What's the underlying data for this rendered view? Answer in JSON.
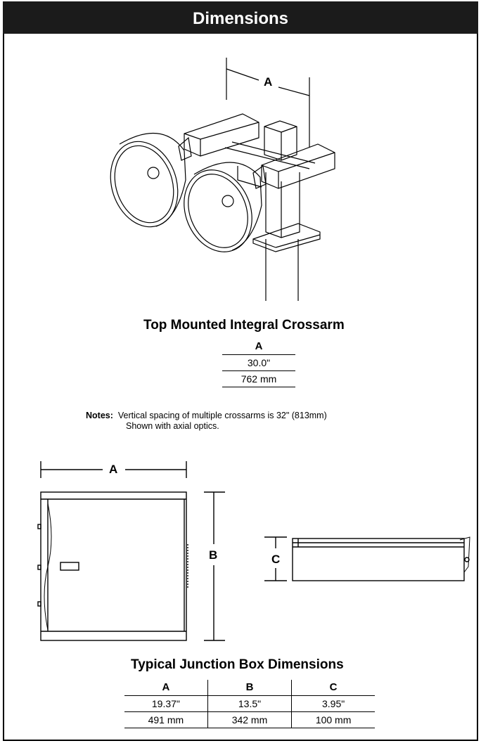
{
  "header": {
    "title": "Dimensions"
  },
  "crossarm": {
    "dimension_label": "A",
    "title": "Top Mounted Integral Crossarm",
    "table": {
      "header": "A",
      "rows": [
        "30.0\"",
        "762 mm"
      ]
    }
  },
  "notes": {
    "label": "Notes:",
    "lines": [
      "Vertical spacing of multiple crossarms is 32\" (813mm)",
      "Shown with axial optics."
    ]
  },
  "junction_box": {
    "labels": {
      "a": "A",
      "b": "B",
      "c": "C"
    },
    "title": "Typical Junction Box Dimensions",
    "table": {
      "headers": [
        "A",
        "B",
        "C"
      ],
      "rows": [
        [
          "19.37\"",
          "13.5\"",
          "3.95\""
        ],
        [
          "491 mm",
          "342 mm",
          "100 mm"
        ]
      ]
    }
  }
}
